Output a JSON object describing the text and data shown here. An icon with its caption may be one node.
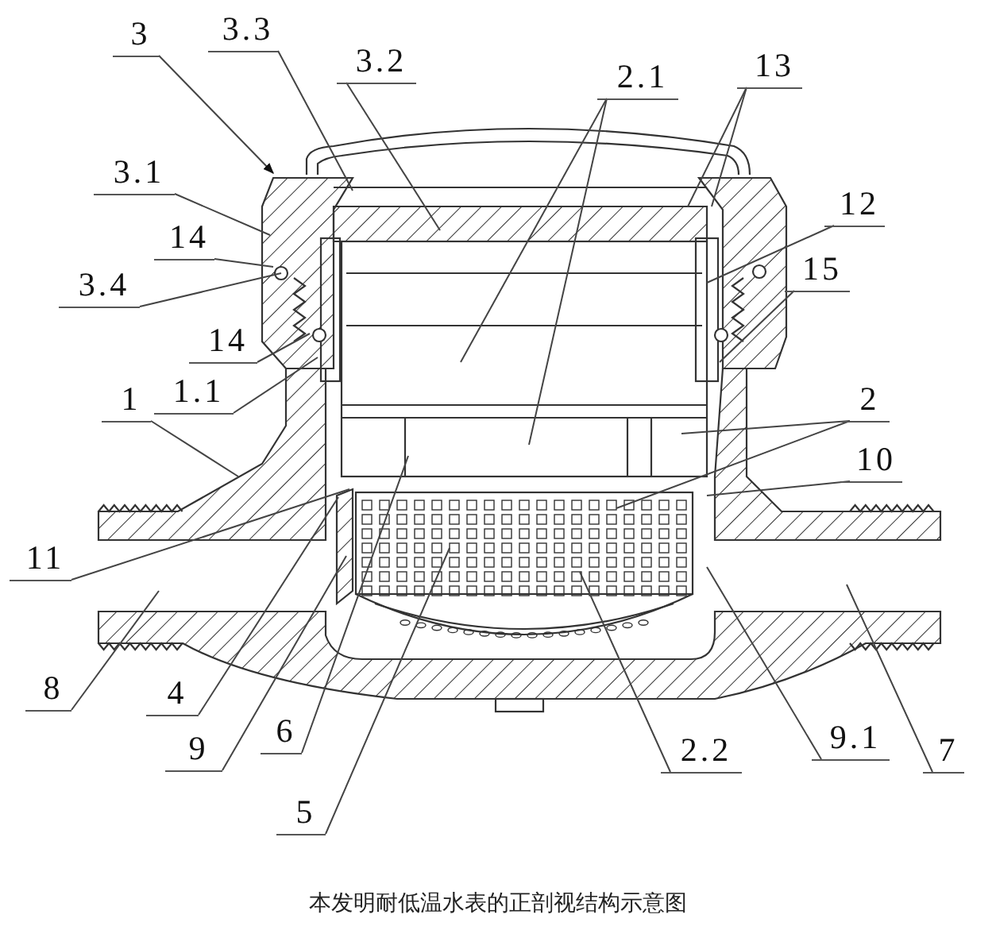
{
  "diagram": {
    "caption": "本发明耐低温水表的正剖视结构示意图",
    "nodes": [
      {
        "text": [
          "3"
        ]
      },
      {
        "text": [
          "3.3"
        ]
      },
      {
        "text": [
          "3.2"
        ]
      },
      {
        "text": [
          "2.1"
        ]
      },
      {
        "text": [
          "13"
        ]
      },
      {
        "text": [
          "3.1"
        ]
      },
      {
        "text": [
          "12"
        ]
      },
      {
        "text": [
          "14"
        ]
      },
      {
        "text": [
          "3.4"
        ]
      },
      {
        "text": [
          "15"
        ]
      },
      {
        "text": [
          "14"
        ]
      },
      {
        "text": [
          "1.1"
        ]
      },
      {
        "text": [
          "1"
        ]
      },
      {
        "text": [
          "2"
        ]
      },
      {
        "text": [
          "10"
        ]
      },
      {
        "text": [
          "11"
        ]
      },
      {
        "text": [
          "8"
        ]
      },
      {
        "text": [
          "4"
        ]
      },
      {
        "text": [
          "6"
        ]
      },
      {
        "text": [
          "9"
        ]
      },
      {
        "text": [
          "5"
        ]
      },
      {
        "text": [
          "2.2"
        ]
      },
      {
        "text": [
          "9.1"
        ]
      },
      {
        "text": [
          "7"
        ]
      }
    ],
    "edges": [
      {
        "from": 0,
        "to": null,
        "arrow": "to"
      },
      {
        "from": 1,
        "to": null,
        "arrow": "none"
      },
      {
        "from": 2,
        "to": null,
        "arrow": "none"
      },
      {
        "from": 3,
        "to": null,
        "arrow": "none"
      },
      {
        "from": 3,
        "to": null,
        "arrow": "none"
      },
      {
        "from": 4,
        "to": null,
        "arrow": "none"
      },
      {
        "from": 4,
        "to": null,
        "arrow": "none"
      },
      {
        "from": 5,
        "to": null,
        "arrow": "none"
      },
      {
        "from": 6,
        "to": null,
        "arrow": "none"
      },
      {
        "from": 7,
        "to": null,
        "arrow": "none"
      },
      {
        "from": 8,
        "to": null,
        "arrow": "none"
      },
      {
        "from": 9,
        "to": null,
        "arrow": "none"
      },
      {
        "from": 10,
        "to": null,
        "arrow": "none"
      },
      {
        "from": 11,
        "to": null,
        "arrow": "none"
      },
      {
        "from": 12,
        "to": null,
        "arrow": "none"
      },
      {
        "from": 13,
        "to": null,
        "arrow": "none"
      },
      {
        "from": 13,
        "to": null,
        "arrow": "none"
      },
      {
        "from": 14,
        "to": null,
        "arrow": "none"
      },
      {
        "from": 15,
        "to": null,
        "arrow": "none"
      },
      {
        "from": 16,
        "to": null,
        "arrow": "none"
      },
      {
        "from": 17,
        "to": null,
        "arrow": "none"
      },
      {
        "from": 18,
        "to": null,
        "arrow": "none"
      },
      {
        "from": 19,
        "to": null,
        "arrow": "none"
      },
      {
        "from": 20,
        "to": null,
        "arrow": "none"
      },
      {
        "from": 21,
        "to": null,
        "arrow": "none"
      },
      {
        "from": 22,
        "to": null,
        "arrow": "none"
      },
      {
        "from": 23,
        "to": null,
        "arrow": "none"
      }
    ]
  }
}
